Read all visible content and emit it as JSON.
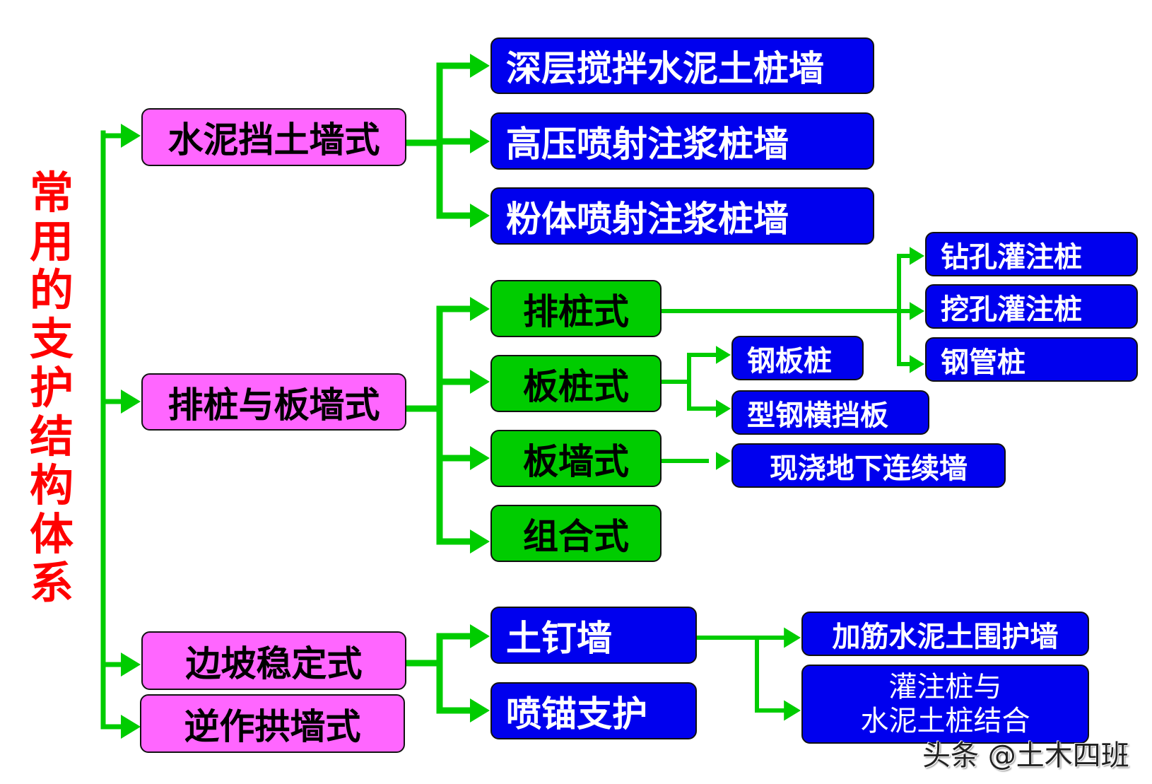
{
  "title": "常用的支护结构体系",
  "colors": {
    "title": "#ff0000",
    "connector": "#00cc00",
    "level1_fill": "#ff66ff",
    "level2_green_fill": "#00cc00",
    "level_blue_fill": "#0000ee",
    "border": "#111111"
  },
  "level1": [
    {
      "label": "水泥挡土墙式"
    },
    {
      "label": "排桩与板墙式"
    },
    {
      "label": "边坡稳定式"
    },
    {
      "label": "逆作拱墙式"
    }
  ],
  "cement_wall_types": [
    {
      "label": "深层搅拌水泥土桩墙"
    },
    {
      "label": "高压喷射注浆桩墙"
    },
    {
      "label": "粉体喷射注浆桩墙"
    }
  ],
  "pile_wall_types": [
    {
      "label": "排桩式"
    },
    {
      "label": "板桩式"
    },
    {
      "label": "板墙式"
    },
    {
      "label": "组合式"
    }
  ],
  "row_pile_types": [
    {
      "label": "钻孔灌注桩"
    },
    {
      "label": "挖孔灌注桩"
    },
    {
      "label": "钢管桩"
    }
  ],
  "sheet_pile_types": [
    {
      "label": "钢板桩"
    },
    {
      "label": "型钢横挡板"
    }
  ],
  "slab_wall_types": [
    {
      "label": "现浇地下连续墙"
    }
  ],
  "slope_types": [
    {
      "label": "土钉墙"
    },
    {
      "label": "喷锚支护"
    }
  ],
  "soil_nail_types": [
    {
      "label": "加筋水泥土围护墙"
    },
    {
      "line1": "灌注桩与",
      "line2": "水泥土桩结合"
    }
  ],
  "watermark": "头条 @土木四班"
}
